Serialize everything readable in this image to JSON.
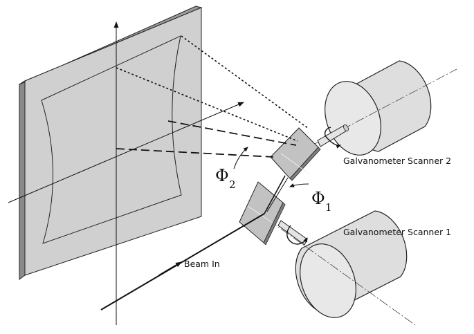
{
  "labels": {
    "scanner_2": "Galvanometer Scanner 2",
    "scanner_1": "Galvanometer Scanner 1",
    "beam_in": "Beam In",
    "phi_symbol": "Φ",
    "phi_2_sub": "2",
    "phi_1_sub": "1"
  },
  "colors": {
    "screen_face": "#d0d0d0",
    "screen_edge": "#8a8a8a",
    "cylinder_body": "#dedede",
    "cylinder_cap": "#e8e8e8",
    "mirror": "#c2c2c2",
    "line": "#111111"
  }
}
